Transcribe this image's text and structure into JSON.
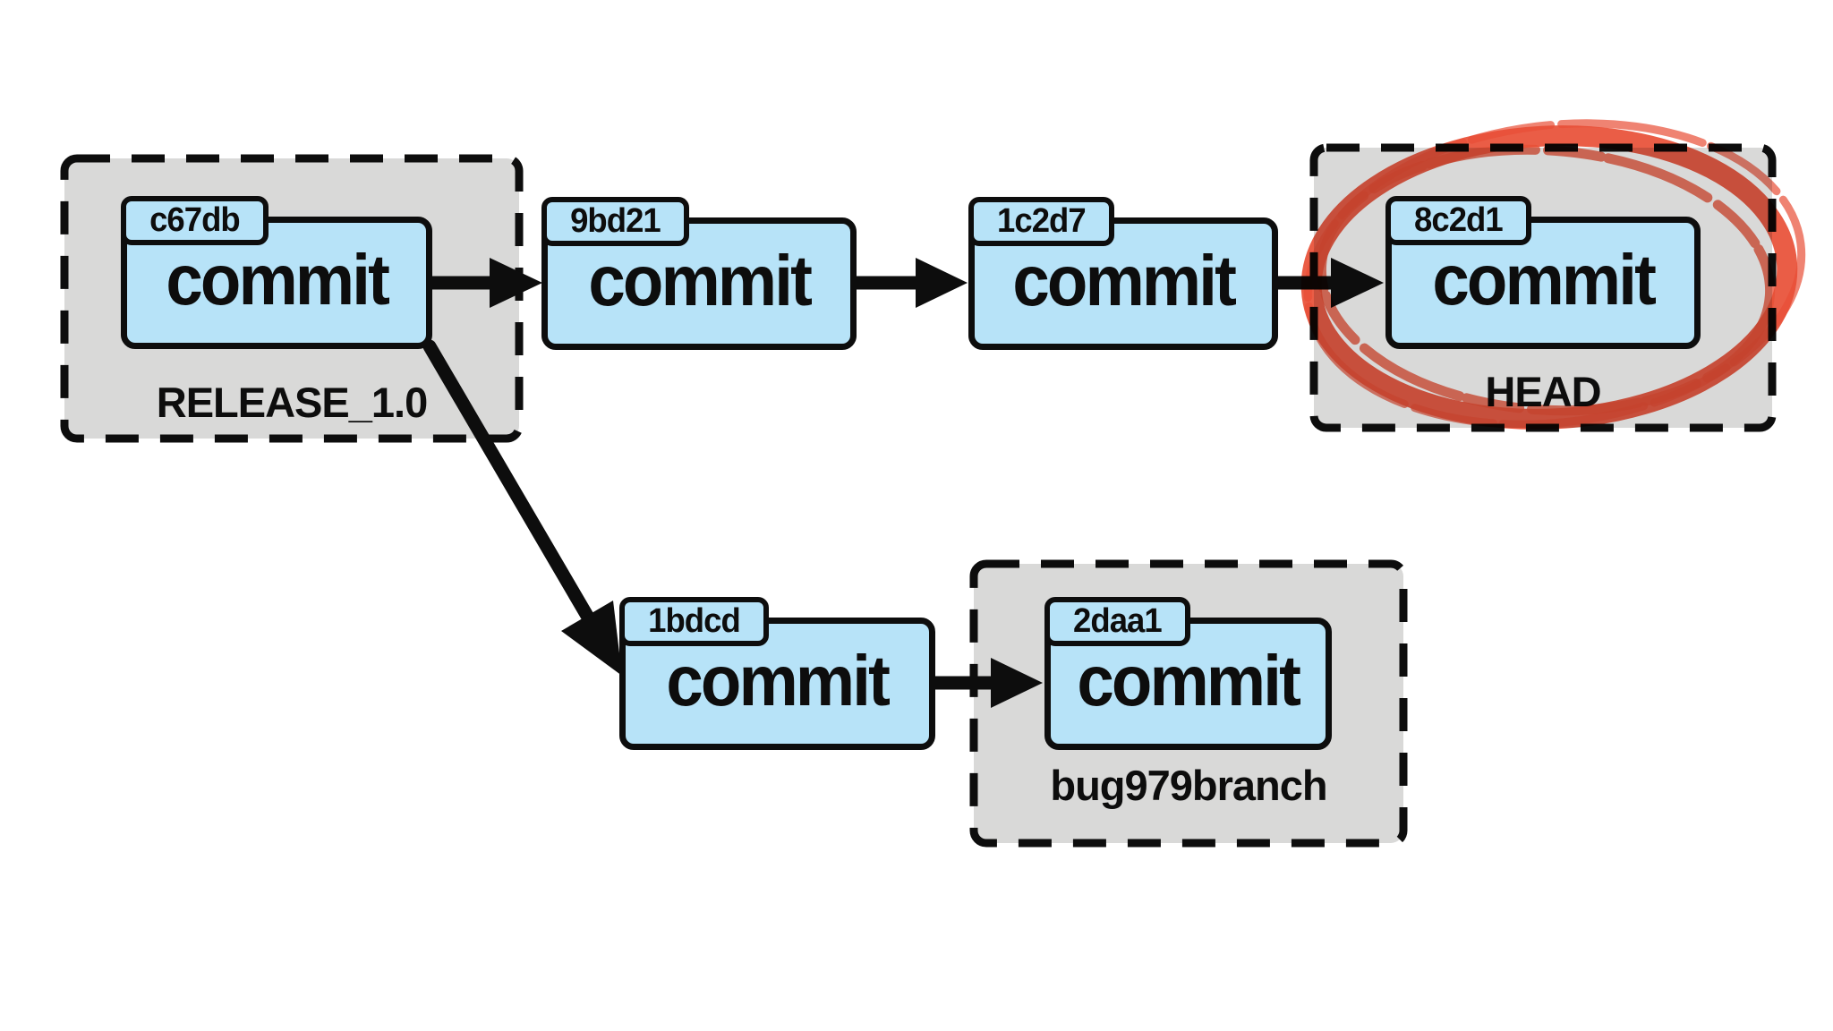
{
  "background": "#ffffff",
  "colors": {
    "node_fill": "#b7e3f8",
    "group_fill": "#d9d9d8",
    "stroke": "#0d0d0d",
    "highlight": "#e84f36"
  },
  "nodes": [
    {
      "hash": "c67db",
      "label": "commit"
    },
    {
      "hash": "9bd21",
      "label": "commit"
    },
    {
      "hash": "1c2d7",
      "label": "commit"
    },
    {
      "hash": "8c2d1",
      "label": "commit"
    },
    {
      "hash": "1bdcd",
      "label": "commit"
    },
    {
      "hash": "2daa1",
      "label": "commit"
    }
  ],
  "groups": [
    {
      "label": "RELEASE_1.0",
      "contains": "c67db"
    },
    {
      "label": "HEAD",
      "contains": "8c2d1"
    },
    {
      "label": "bug979branch",
      "contains": "2daa1"
    }
  ],
  "edges": [
    {
      "from": "c67db",
      "to": "9bd21"
    },
    {
      "from": "9bd21",
      "to": "1c2d7"
    },
    {
      "from": "1c2d7",
      "to": "8c2d1"
    },
    {
      "from": "c67db",
      "to": "1bdcd"
    },
    {
      "from": "1bdcd",
      "to": "2daa1"
    }
  ],
  "annotation": {
    "type": "hand-drawn red circle",
    "around": "8c2d1 commit (HEAD)"
  }
}
